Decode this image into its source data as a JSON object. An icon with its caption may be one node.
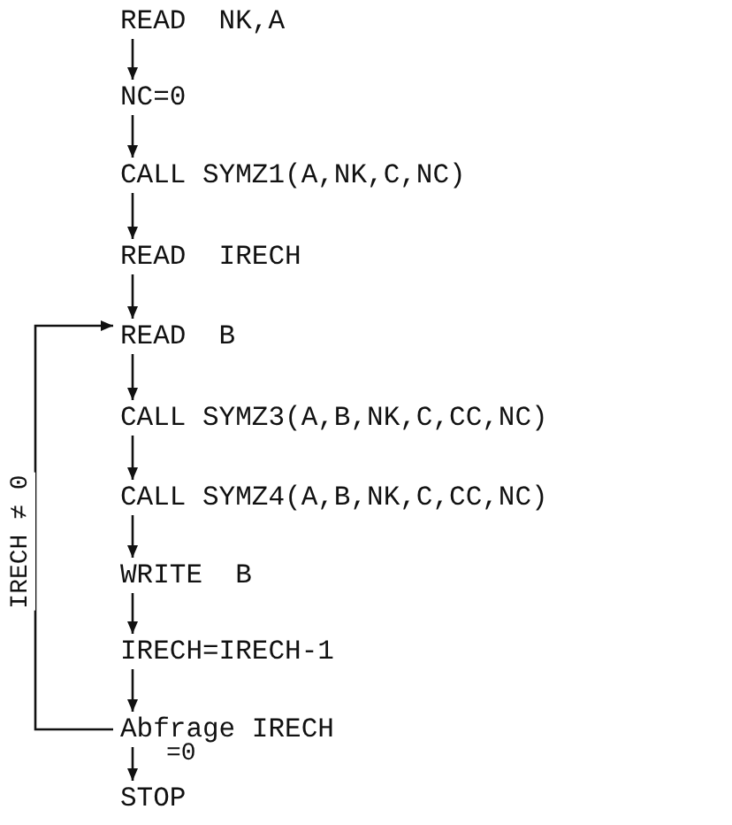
{
  "diagram": {
    "nodes": [
      {
        "text": [
          "READ  NK,A"
        ]
      },
      {
        "text": [
          "NC=0"
        ]
      },
      {
        "text": [
          "CALL SYMZ1(A,NK,C,NC)"
        ]
      },
      {
        "text": [
          "READ  IRECH"
        ]
      },
      {
        "text": [
          "READ  B"
        ]
      },
      {
        "text": [
          "CALL SYMZ3(A,B,NK,C,CC,NC)"
        ]
      },
      {
        "text": [
          "CALL SYMZ4(A,B,NK,C,CC,NC)"
        ]
      },
      {
        "text": [
          "WRITE  B"
        ]
      },
      {
        "text": [
          "IRECH=IRECH-1"
        ]
      },
      {
        "text": [
          "Abfrage IRECH"
        ]
      },
      {
        "text": [
          "STOP"
        ]
      }
    ],
    "edges": [
      {
        "from": 0,
        "to": 1,
        "arrow": "to"
      },
      {
        "from": 1,
        "to": 2,
        "arrow": "to"
      },
      {
        "from": 2,
        "to": 3,
        "arrow": "to"
      },
      {
        "from": 3,
        "to": 4,
        "arrow": "to"
      },
      {
        "from": 4,
        "to": 5,
        "arrow": "to"
      },
      {
        "from": 5,
        "to": 6,
        "arrow": "to"
      },
      {
        "from": 6,
        "to": 7,
        "arrow": "to"
      },
      {
        "from": 7,
        "to": 8,
        "arrow": "to"
      },
      {
        "from": 8,
        "to": 9,
        "arrow": "to"
      },
      {
        "from": 9,
        "to": 10,
        "arrow": "to",
        "label": "=0"
      },
      {
        "from": 9,
        "to": 4,
        "arrow": "to",
        "label": "IRECH ≠ 0"
      }
    ]
  }
}
